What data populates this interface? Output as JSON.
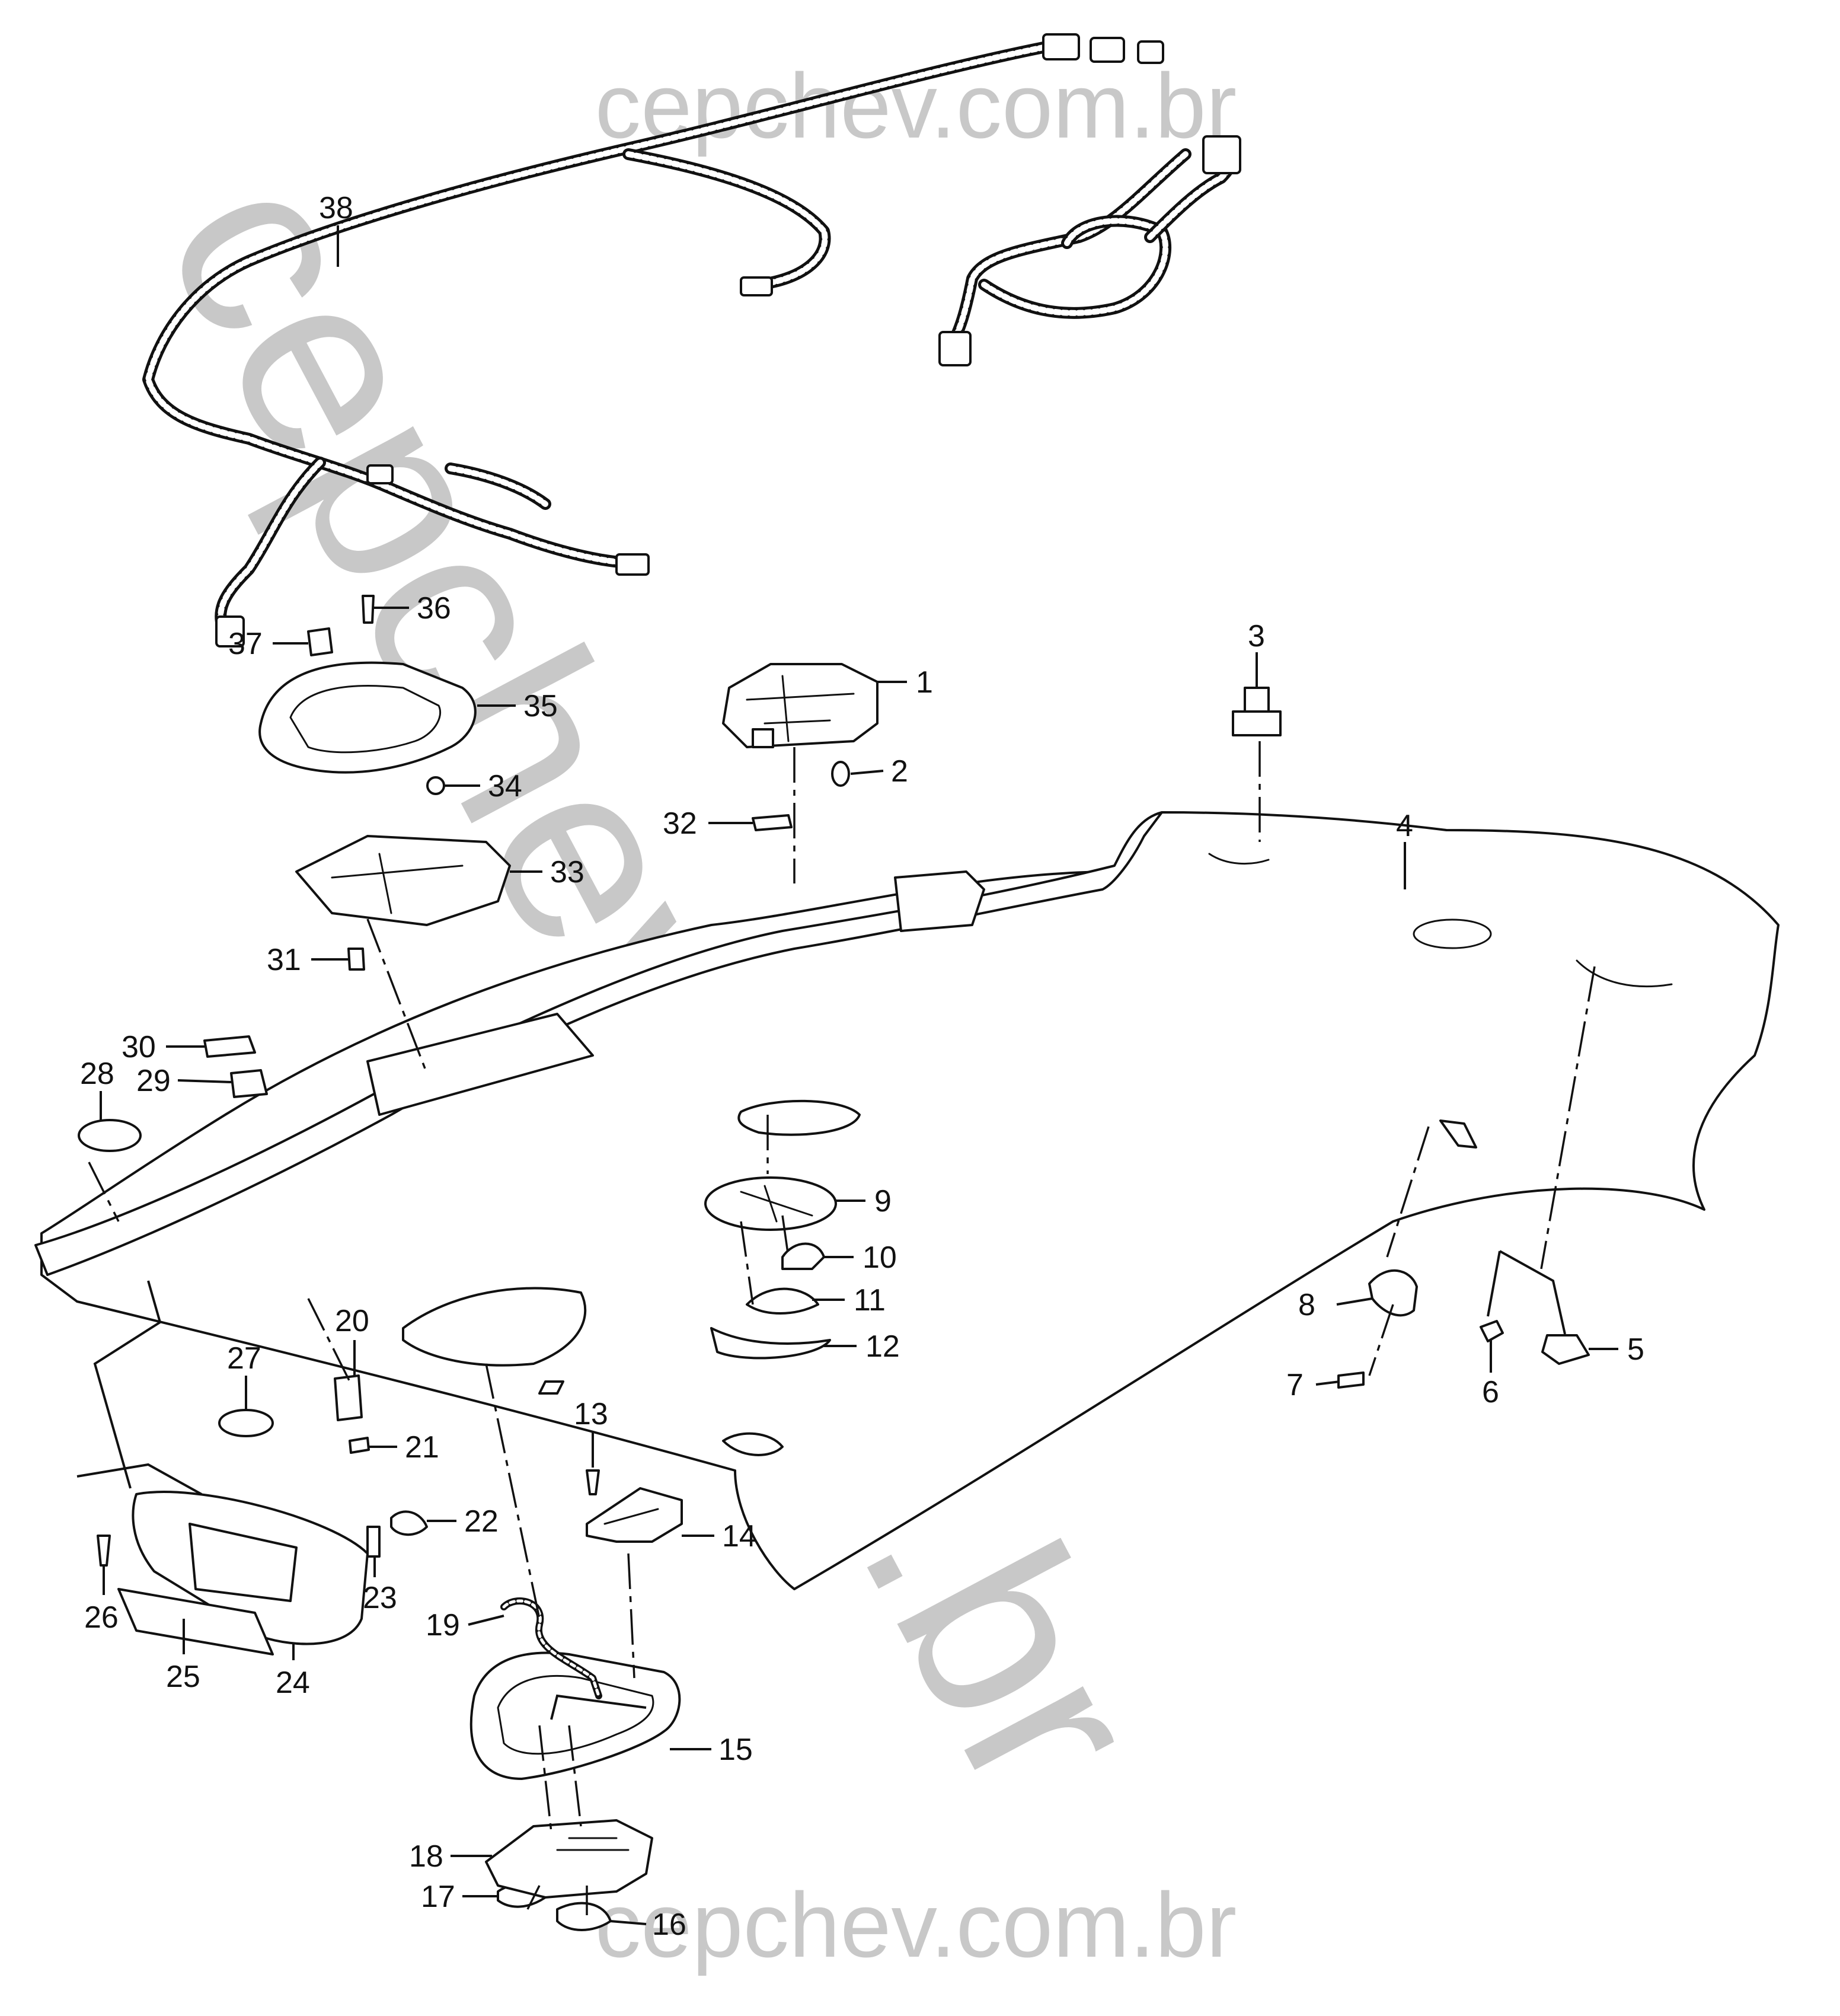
{
  "watermark": {
    "top": "cepchev.com.br",
    "diagonal": "cepchev.com.br",
    "bottom": "cepchev.com.br",
    "color": "#c8c8c8"
  },
  "callouts": [
    "1",
    "2",
    "3",
    "4",
    "5",
    "6",
    "7",
    "8",
    "9",
    "10",
    "11",
    "12",
    "13",
    "14",
    "15",
    "16",
    "17",
    "18",
    "19",
    "20",
    "21",
    "22",
    "23",
    "24",
    "25",
    "26",
    "27",
    "28",
    "29",
    "30",
    "31",
    "32",
    "33",
    "34",
    "35",
    "36",
    "37",
    "38"
  ]
}
